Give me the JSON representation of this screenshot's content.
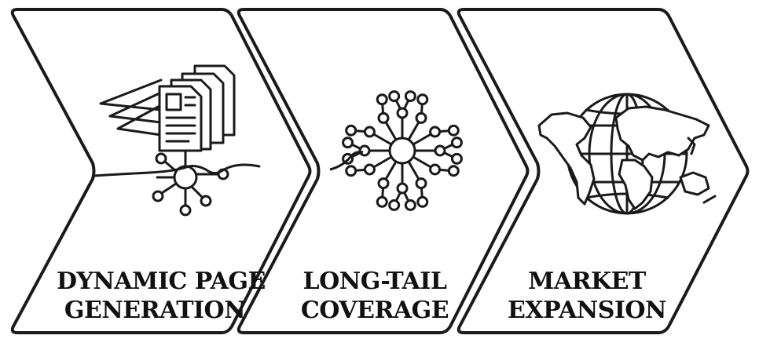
{
  "colors": {
    "stroke": "#1a1a1a",
    "background": "#ffffff"
  },
  "steps": [
    {
      "line1": "DYNAMIC PAGE",
      "line2": "GENERATION",
      "icon": "documents-network-icon"
    },
    {
      "line1": "LONG-TAIL",
      "line2": "COVERAGE",
      "icon": "branching-network-icon"
    },
    {
      "line1": "MARKET",
      "line2": "EXPANSION",
      "icon": "globe-map-icon"
    }
  ]
}
